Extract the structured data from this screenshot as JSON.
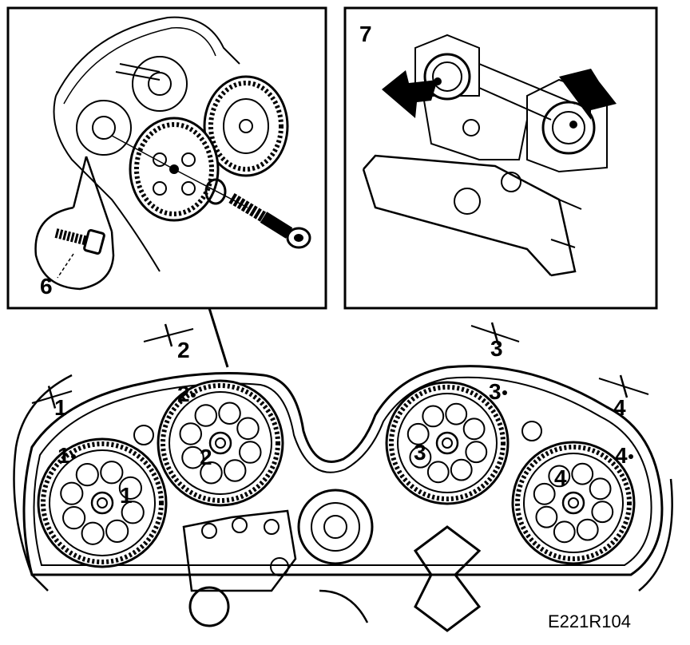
{
  "figure_code": "E221R104",
  "inset_labels": {
    "bolt": "6",
    "cam_view": "7"
  },
  "marks": [
    {
      "gear": "1",
      "dim": "1",
      "tooth": "1",
      "hub": "1"
    },
    {
      "gear": "2",
      "dim": "2",
      "tooth": "2",
      "hub": "2"
    },
    {
      "gear": "3",
      "dim": "3",
      "tooth": "3",
      "hub": "3"
    },
    {
      "gear": "4",
      "dim": "4",
      "tooth": "4",
      "hub": "4"
    }
  ],
  "colors": {
    "ink": "#000000",
    "paper": "#ffffff"
  }
}
